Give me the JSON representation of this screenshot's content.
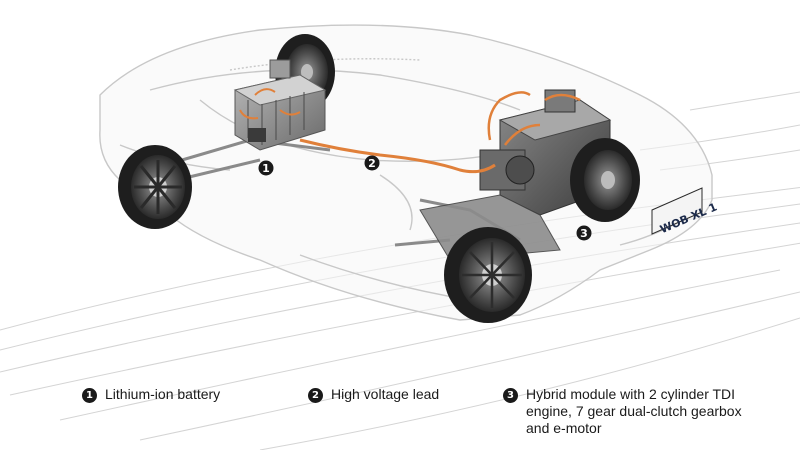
{
  "markers": [
    {
      "number": "1"
    },
    {
      "number": "2"
    },
    {
      "number": "3"
    }
  ],
  "license_plate": "WOB XL 1",
  "legend": [
    {
      "number": "1",
      "label": "Lithium-ion battery"
    },
    {
      "number": "2",
      "label": "High voltage lead"
    },
    {
      "number": "3",
      "label": "Hybrid module with 2 cylinder TDI engine, 7 gear dual-clutch gearbox and e-motor"
    }
  ],
  "colors": {
    "background": "#ffffff",
    "body_outline": "#c8c8c8",
    "road_lines": "#d4d4d4",
    "hv_cable": "#e0803a",
    "marker": "#1a1a1a",
    "tire": "#1e1e1e"
  },
  "icons": {
    "markers": "numbered-callout-icon",
    "wheels": "wheel-icon",
    "battery": "battery-pack-icon",
    "engine": "engine-block-icon"
  }
}
